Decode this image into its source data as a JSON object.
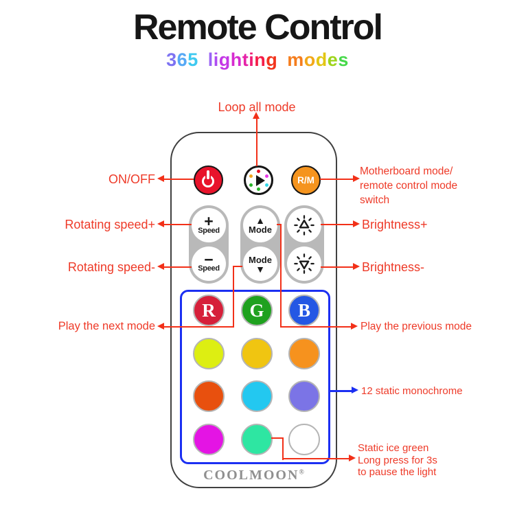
{
  "header": {
    "title": "Remote Control",
    "subtitle_words": [
      {
        "word": "365",
        "colors": [
          "#7d72f2",
          "#57a9f5",
          "#3fc9f0"
        ]
      },
      {
        "word": "lighting",
        "colors": [
          "#9a63f5",
          "#ae4cf2",
          "#c438e6",
          "#d62bd0",
          "#e622a8",
          "#f01d74",
          "#f51d48",
          "#f2341d"
        ]
      },
      {
        "word": "modes",
        "colors": [
          "#f57d1d",
          "#f2a819",
          "#e2c614",
          "#9ed41b",
          "#46d94a"
        ]
      }
    ]
  },
  "remote": {
    "brand": "COOLMOON",
    "brand_reg": "®",
    "buttons": {
      "rm_label": "R/M",
      "speed_plus_symbol": "+",
      "speed_minus_symbol": "−",
      "speed_text": "Speed",
      "mode_text": "Mode",
      "up_triangle": "▲",
      "down_triangle": "▼"
    },
    "play_dots": [
      {
        "pos": "top",
        "color": "#e81123"
      },
      {
        "pos": "upper-left",
        "color": "#f2a51c"
      },
      {
        "pos": "upper-right",
        "color": "#e83ae8"
      },
      {
        "pos": "lower-left",
        "color": "#2ab52a"
      },
      {
        "pos": "lower-right",
        "color": "#35d8e8"
      },
      {
        "pos": "bottom",
        "color": "#2ab52a"
      }
    ],
    "rgb_buttons": [
      {
        "letter": "R",
        "color": "#d6203a"
      },
      {
        "letter": "G",
        "color": "#1fa11f"
      },
      {
        "letter": "B",
        "color": "#2457e4"
      }
    ],
    "color_buttons": [
      {
        "name": "bright-yellow",
        "color": "#ddee12"
      },
      {
        "name": "gold",
        "color": "#f0c511"
      },
      {
        "name": "orange",
        "color": "#f6921e"
      },
      {
        "name": "orange-red",
        "color": "#e8500e"
      },
      {
        "name": "cyan",
        "color": "#23c8f0"
      },
      {
        "name": "violet",
        "color": "#7b74e6"
      },
      {
        "name": "magenta",
        "color": "#e414e4"
      },
      {
        "name": "ice-green",
        "color": "#2ee6a2"
      },
      {
        "name": "white",
        "color": "#ffffff"
      }
    ]
  },
  "annotations": {
    "loop": "Loop all mode",
    "onoff": "ON/OFF",
    "motherboard_line1": "Motherboard mode/",
    "motherboard_line2": "remote control mode",
    "motherboard_line3": "switch",
    "rotating_plus": "Rotating speed+",
    "rotating_minus": "Rotating speed-",
    "brightness_plus": "Brightness+",
    "brightness_minus": "Brightness-",
    "next_mode": "Play the next mode",
    "prev_mode": "Play the previous mode",
    "monochrome": "12 static monochrome",
    "ice_line1": "Static ice green",
    "ice_line2": "Long press for 3s",
    "ice_line3": "to pause the light"
  },
  "colors": {
    "accent_red_text": "#ee3a28",
    "accent_red_line": "#f23018",
    "accent_blue": "#1b2ff2"
  }
}
